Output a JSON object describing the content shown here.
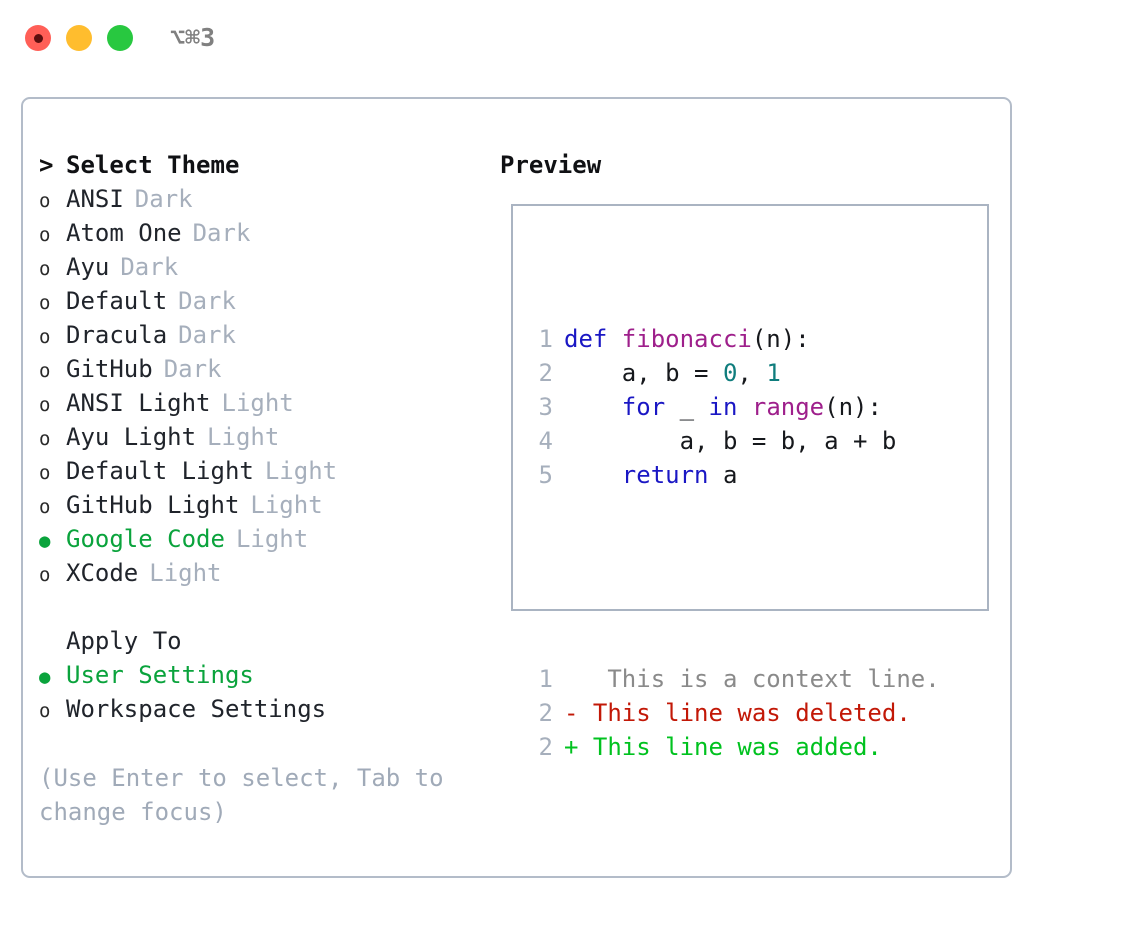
{
  "window": {
    "title": "⌥⌘3",
    "traffic_lights": [
      {
        "name": "close",
        "color": "#ff5f57"
      },
      {
        "name": "minimize",
        "color": "#ffbd2e"
      },
      {
        "name": "zoom",
        "color": "#28c840"
      }
    ]
  },
  "theme_picker": {
    "header": {
      "marker": ">",
      "label": "Select Theme"
    },
    "items": [
      {
        "marker": "o",
        "label": "ANSI",
        "category": "Dark",
        "selected": false
      },
      {
        "marker": "o",
        "label": "Atom One",
        "category": "Dark",
        "selected": false
      },
      {
        "marker": "o",
        "label": "Ayu",
        "category": "Dark",
        "selected": false
      },
      {
        "marker": "o",
        "label": "Default",
        "category": "Dark",
        "selected": false
      },
      {
        "marker": "o",
        "label": "Dracula",
        "category": "Dark",
        "selected": false
      },
      {
        "marker": "o",
        "label": "GitHub",
        "category": "Dark",
        "selected": false
      },
      {
        "marker": "o",
        "label": "ANSI Light",
        "category": "Light",
        "selected": false
      },
      {
        "marker": "o",
        "label": "Ayu Light",
        "category": "Light",
        "selected": false
      },
      {
        "marker": "o",
        "label": "Default Light",
        "category": "Light",
        "selected": false
      },
      {
        "marker": "o",
        "label": "GitHub Light",
        "category": "Light",
        "selected": false
      },
      {
        "marker": "●",
        "label": "Google Code",
        "category": "Light",
        "selected": true
      },
      {
        "marker": "o",
        "label": "XCode",
        "category": "Light",
        "selected": false
      }
    ]
  },
  "apply_to": {
    "header": {
      "label": "Apply To"
    },
    "items": [
      {
        "marker": "●",
        "label": "User Settings",
        "selected": true
      },
      {
        "marker": "o",
        "label": "Workspace Settings",
        "selected": false
      }
    ]
  },
  "hint": "(Use Enter to select, Tab to change focus)",
  "preview": {
    "title": "Preview",
    "code_lines": [
      {
        "n": "1",
        "tokens": [
          {
            "t": "def ",
            "c": "kw"
          },
          {
            "t": "fibonacci",
            "c": "fn"
          },
          {
            "t": "(n):",
            "c": "pl"
          }
        ]
      },
      {
        "n": "2",
        "tokens": [
          {
            "t": "    a, b = ",
            "c": "pl"
          },
          {
            "t": "0",
            "c": "num"
          },
          {
            "t": ", ",
            "c": "pl"
          },
          {
            "t": "1",
            "c": "num"
          }
        ]
      },
      {
        "n": "3",
        "tokens": [
          {
            "t": "    ",
            "c": "pl"
          },
          {
            "t": "for",
            "c": "kw"
          },
          {
            "t": " _ ",
            "c": "pl"
          },
          {
            "t": "in",
            "c": "kw"
          },
          {
            "t": " ",
            "c": "pl"
          },
          {
            "t": "range",
            "c": "fn"
          },
          {
            "t": "(n):",
            "c": "pl"
          }
        ]
      },
      {
        "n": "4",
        "tokens": [
          {
            "t": "        a, b = b, a + b",
            "c": "pl"
          }
        ]
      },
      {
        "n": "5",
        "tokens": [
          {
            "t": "    ",
            "c": "pl"
          },
          {
            "t": "return",
            "c": "kw"
          },
          {
            "t": " a",
            "c": "pl"
          }
        ]
      }
    ],
    "diff_lines": [
      {
        "n": "1",
        "sign": " ",
        "text": "  This is a context line.",
        "cls": "ctx"
      },
      {
        "n": "2",
        "sign": "-",
        "text": " This line was deleted.",
        "cls": "del"
      },
      {
        "n": "2",
        "sign": "+",
        "text": " This line was added.",
        "cls": "add"
      }
    ]
  },
  "colors": {
    "selected_green": "#0aa33c",
    "muted_gray": "#a6afbc",
    "keyword_blue": "#1a17c4",
    "function_magenta": "#9e1f8b",
    "number_teal": "#0f7d7d",
    "diff_delete_red": "#c21807",
    "diff_add_green": "#00c21f",
    "panel_border": "#b3bcc9"
  }
}
